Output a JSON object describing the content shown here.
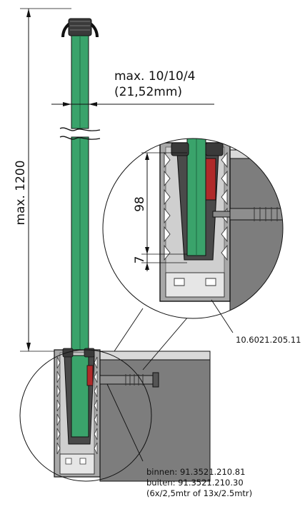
{
  "labels": {
    "height": "max. 1200",
    "glass_line1": "max. 10/10/4",
    "glass_line2": "(21,52mm)",
    "insert_depth": "98",
    "gap": "7",
    "profile_code": "10.6021.205.11",
    "anchor_line1": "binnen: 91.3521.210.81",
    "anchor_line2": "buiten: 91.3521.210.30",
    "anchor_line3": "(6x/2,5mtr of 13x/2.5mtr)"
  },
  "colors": {
    "glass": "#3aa36b",
    "glass_dark": "#1f6b43",
    "wedge_red": "#b02a2a",
    "profile": "#9a9a9a",
    "slab": "#7d7d7d",
    "slab_top": "#d9d9d9",
    "line": "#111111"
  }
}
